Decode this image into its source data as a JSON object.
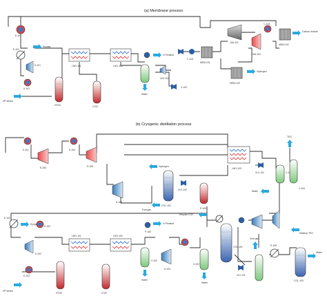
{
  "titles": {
    "membrane": "(a) Membrane process",
    "cryogenic": "(b) Cryogenic distillation process"
  },
  "membrane": {
    "labels": {
      "e_101": "E-101",
      "e_101b": "E-101",
      "syngas": "Syngas",
      "k_101": "K-101",
      "k_101b": "K-101",
      "lng_101": "LNG-101",
      "lng_102": "LNG-102",
      "hp_steam": "HP steam",
      "htsc": "HTSC",
      "ltsc": "LTSC",
      "h_pentane": "H-Pentane",
      "water": "Water",
      "lev_102": "LEV-102",
      "v_102": "V-102",
      "c_102": "C-102",
      "mem_101": "MEM-101",
      "mem_102": "MEM-102",
      "mem_103": "MEM-103",
      "ma_101": "MA-101",
      "ma_102": "MA-102",
      "c_103": "C-103",
      "carbon_dioxide": "Carbon dioxide",
      "hydrogen": "Hydrogen"
    }
  },
  "cryogenic": {
    "labels": {
      "k_101": "K-101",
      "e_106": "E-106",
      "k_104": "K-104",
      "k_105": "K-105",
      "k_106": "K-106",
      "lng_103": "LNG-103",
      "tel": "TEG",
      "vlv_102": "VLV-102",
      "v_103": "V-103",
      "hydrogen": "Hydrogen",
      "vlv_103": "VLV-103",
      "col_102": "COL-102",
      "fuel_gas": "Fuel gas",
      "water": "Water",
      "e_104": "E-104",
      "v_104": "V-104",
      "e_102": "E-102",
      "syngas": "Syngas",
      "k_100": "K-100",
      "k_102": "K-102",
      "lng_101": "LNG-101",
      "lng_102": "LNG-102",
      "h_pentane": "H-Pentane",
      "p_100": "P-100",
      "v_101": "V-101",
      "v_102": "V-102",
      "e_103": "E-103",
      "hp_steam": "HP steam",
      "htsc": "HTSC",
      "ltsc": "LTSC",
      "water_a": "Water",
      "water_b": "Water",
      "k_103": "K-103",
      "col_101": "COL-101",
      "recycle_co2": "Recycle CO2",
      "vlv_101": "VLV-101",
      "vent_gas": "Vent gas",
      "e_105": "E-105",
      "makeup_teg": "Makeup TEG",
      "col_103": "COL-103",
      "water_out": "Water"
    }
  }
}
